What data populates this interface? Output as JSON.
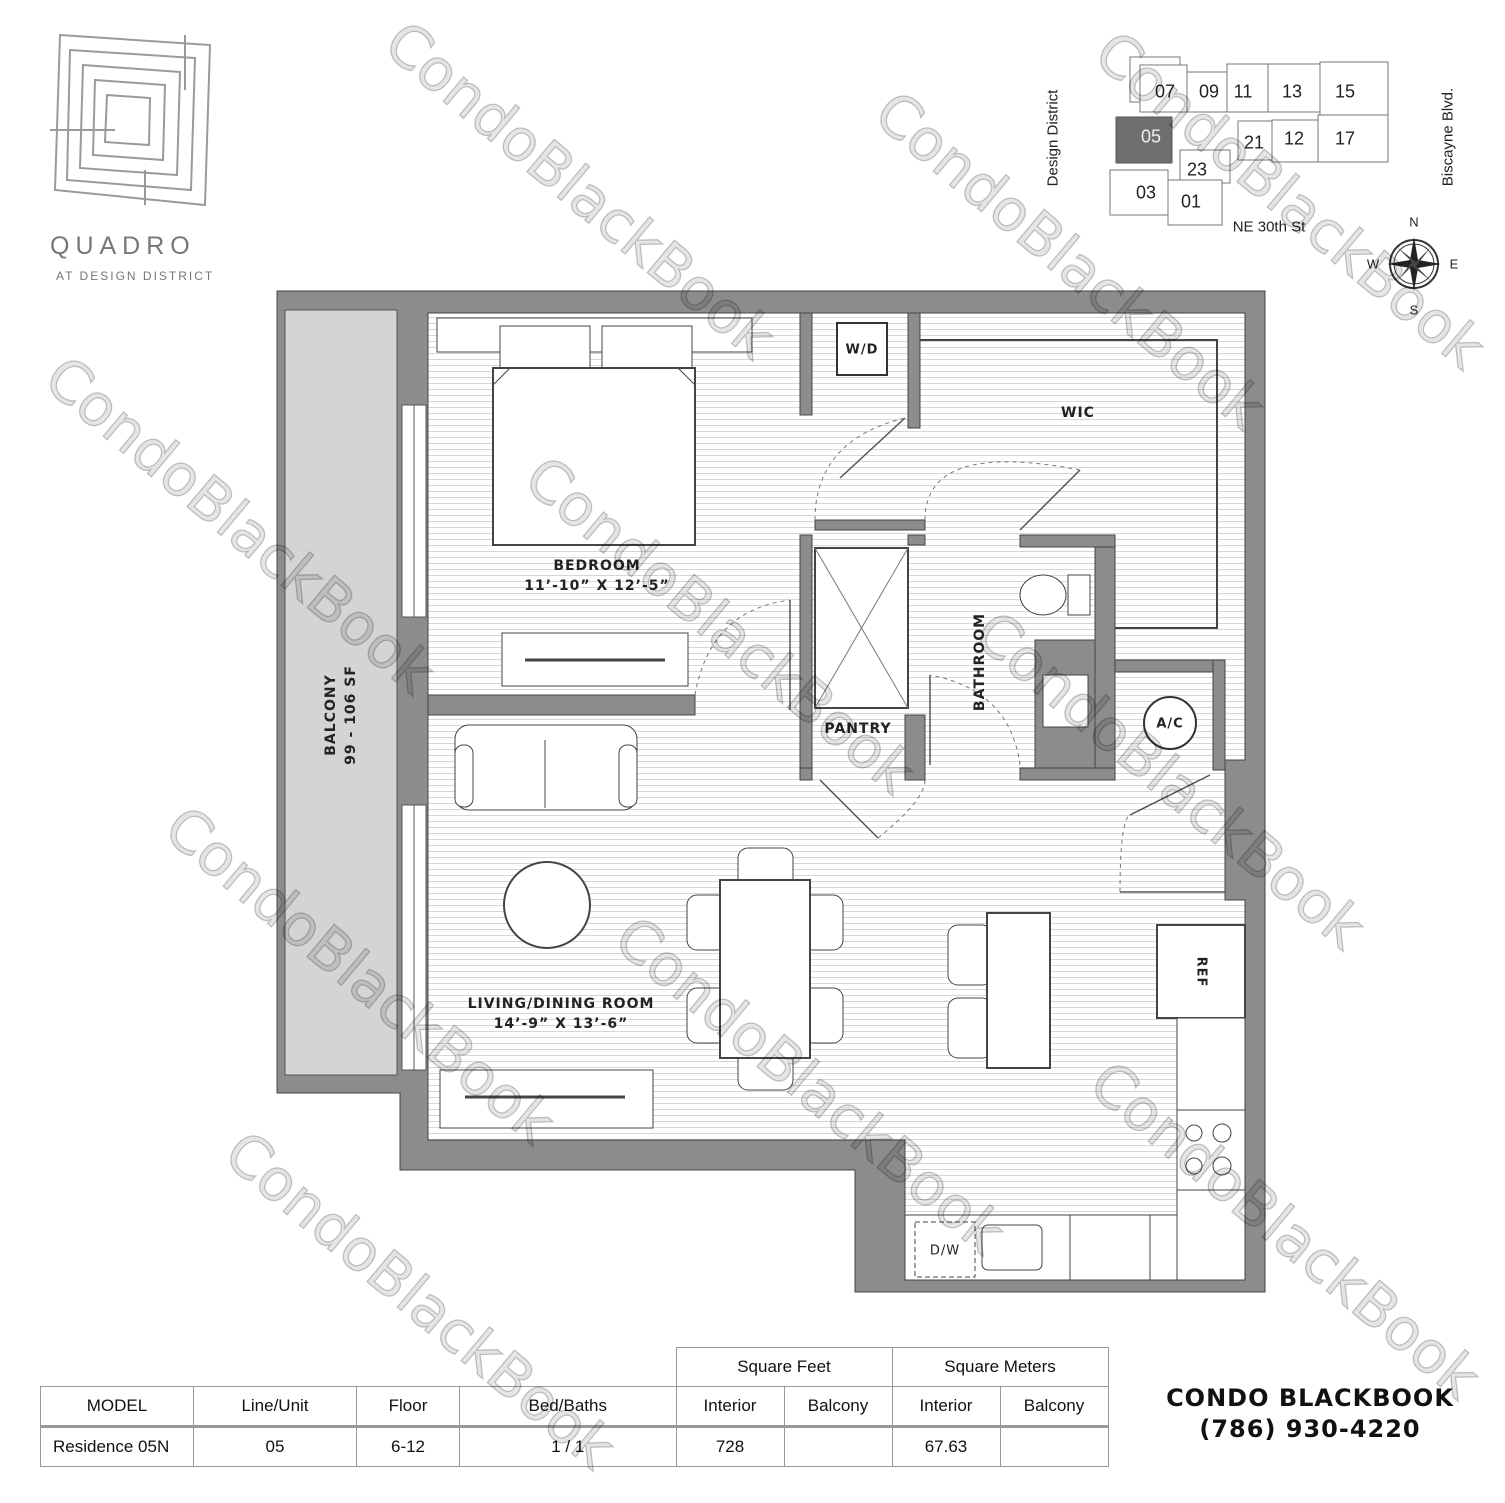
{
  "logo": {
    "name": "QUADRO",
    "subtitle": "AT DESIGN DISTRICT"
  },
  "keyplan": {
    "units": [
      "07",
      "09",
      "11",
      "13",
      "15",
      "05",
      "21",
      "12",
      "17",
      "23",
      "03",
      "01"
    ],
    "highlighted_unit": "05",
    "highlight_color": "#6f6f6f",
    "streets": {
      "west": "Design District",
      "east": "Biscayne Blvd.",
      "south": "NE 30th St"
    },
    "compass": {
      "n": "N",
      "s": "S",
      "e": "E",
      "w": "W"
    }
  },
  "rooms": {
    "bedroom": {
      "name": "BEDROOM",
      "dims": "11’-10” X 12’-5”"
    },
    "living": {
      "name": "LIVING/DINING ROOM",
      "dims": "14’-9” X 13’-6”"
    },
    "wic": "WIC",
    "bathroom": "BATHROOM",
    "pantry": "PANTRY",
    "ac": "A/C",
    "wd": "W/D",
    "ref": "REF",
    "dw": "D/W",
    "balcony": {
      "name": "BALCONY",
      "area": "99 - 106 SF"
    }
  },
  "table": {
    "group_headers": [
      "Square Feet",
      "Square Meters"
    ],
    "headers": [
      "MODEL",
      "Line/Unit",
      "Floor",
      "Bed/Baths",
      "Interior",
      "Balcony",
      "Interior",
      "Balcony"
    ],
    "row": [
      "Residence 05N",
      "05",
      "6-12",
      "1 / 1",
      "728",
      "",
      "67.63",
      ""
    ]
  },
  "brand": {
    "name_a": "CONDO ",
    "name_b": "BLACKBOOK",
    "phone": "(786) 930-4220"
  },
  "watermark": "CondoBlackBook",
  "colors": {
    "wall": "#8c8c8c",
    "balcony": "#d4d4d4",
    "floor_lines": "#d6d6d6"
  }
}
